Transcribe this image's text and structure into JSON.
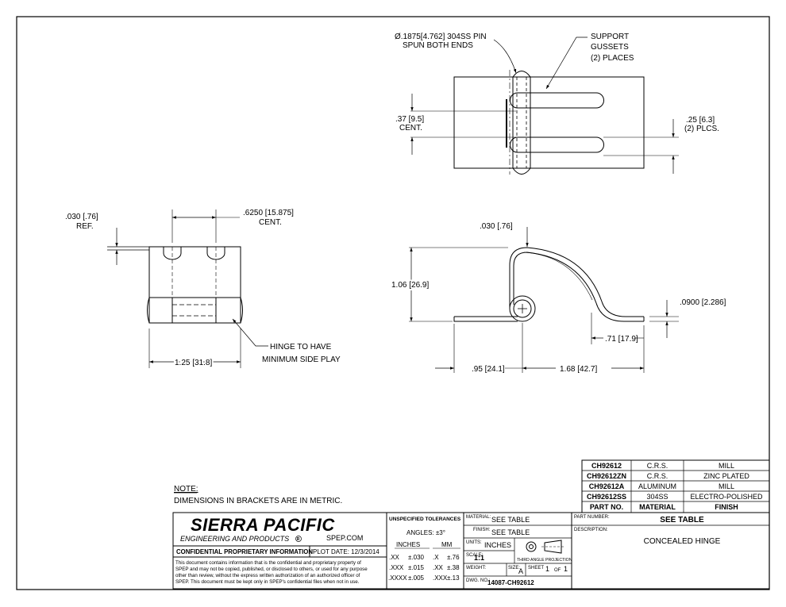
{
  "top_view": {
    "pin_callout": [
      "Ø.1875[4.762] 304SS PIN",
      "SPUN BOTH ENDS"
    ],
    "gussets_callout": [
      "SUPPORT",
      "GUSSETS",
      "(2) PLACES"
    ],
    "dim_cent": [
      ".37 [9.5]",
      "CENT."
    ],
    "dim_slot": [
      ".25 [6.3]",
      "(2) PLCS."
    ]
  },
  "front_view": {
    "dim_ref": [
      ".030 [.76]",
      "REF."
    ],
    "dim_cent": [
      ".6250 [15.875]",
      "CENT."
    ],
    "dim_width": "1.25 [31.8]",
    "hinge_note": [
      "HINGE TO HAVE",
      "MINIMUM SIDE PLAY"
    ]
  },
  "side_view": {
    "dim_thickness": ".030 [.76]",
    "dim_height": "1.06 [26.9]",
    "dim_pin": ".0900 [2.286]",
    "dim_flange": ".71 [17.9]",
    "dim_left": ".95 [24.1]",
    "dim_right": "1.68 [42.7]"
  },
  "notes": {
    "heading": "NOTE:",
    "text": "DIMENSIONS IN BRACKETS ARE IN METRIC."
  },
  "parts_table": {
    "rows": [
      [
        "CH92612",
        "C.R.S.",
        "MILL"
      ],
      [
        "CH92612ZN",
        "C.R.S.",
        "ZINC PLATED"
      ],
      [
        "CH92612A",
        "ALUMINUM",
        "MILL"
      ],
      [
        "CH92612SS",
        "304SS",
        "ELECTRO-POLISHED"
      ]
    ],
    "header": [
      "PART NO.",
      "MATERIAL",
      "FINISH"
    ]
  },
  "title_block": {
    "company": "SIERRA PACIFIC",
    "company_sub": "ENGINEERING AND PRODUCTS",
    "website": "SPEP.COM",
    "confidential_title": "CONFIDENTIAL PROPRIETARY INFORMATION",
    "plot_date": "PLOT DATE: 12/3/2014",
    "confidential_text": [
      "This document contains information that is the confidential and proprietary property of",
      "SPEP and may not be copied, published, or disclosed to others, or used for any purpose",
      "other than review, without the express written authorization of an authorized officer of",
      "SPEP. This document must be kept only in SPEP's confidential files when not in use."
    ],
    "tolerances_title": "UNSPECIFIED TOLERANCES",
    "angles": "ANGLES: ±3°",
    "inches_label": "INCHES",
    "mm_label": "MM",
    "tol_inch": [
      [
        ".XX",
        "±.030"
      ],
      [
        ".XXX",
        "±.015"
      ],
      [
        ".XXXX",
        "±.005"
      ]
    ],
    "tol_mm": [
      [
        ".X",
        "±.76"
      ],
      [
        ".XX",
        "±.38"
      ],
      [
        ".XXX",
        "±.13"
      ]
    ],
    "material_label": "MATERIAL:",
    "material": "SEE TABLE",
    "finish_label": "FINISH:",
    "finish": "SEE TABLE",
    "units_label": "UNITS:",
    "units": "INCHES",
    "scale_label": "SCALE:",
    "scale": "1:1",
    "projection": "THIRD ANGLE PROJECTION",
    "weight_label": "WEIGHT:",
    "size_label": "SIZE:",
    "size": "A",
    "sheet_label": "SHEET",
    "sheet": "1",
    "of_label": "OF",
    "sheets": "1",
    "dwg_label": "DWG. NO.:",
    "dwg_no": "14087-CH92612",
    "part_number_label": "PART NUMBER:",
    "part_number": "SEE TABLE",
    "description_label": "DESCRIPTION:",
    "description": "CONCEALED HINGE"
  }
}
